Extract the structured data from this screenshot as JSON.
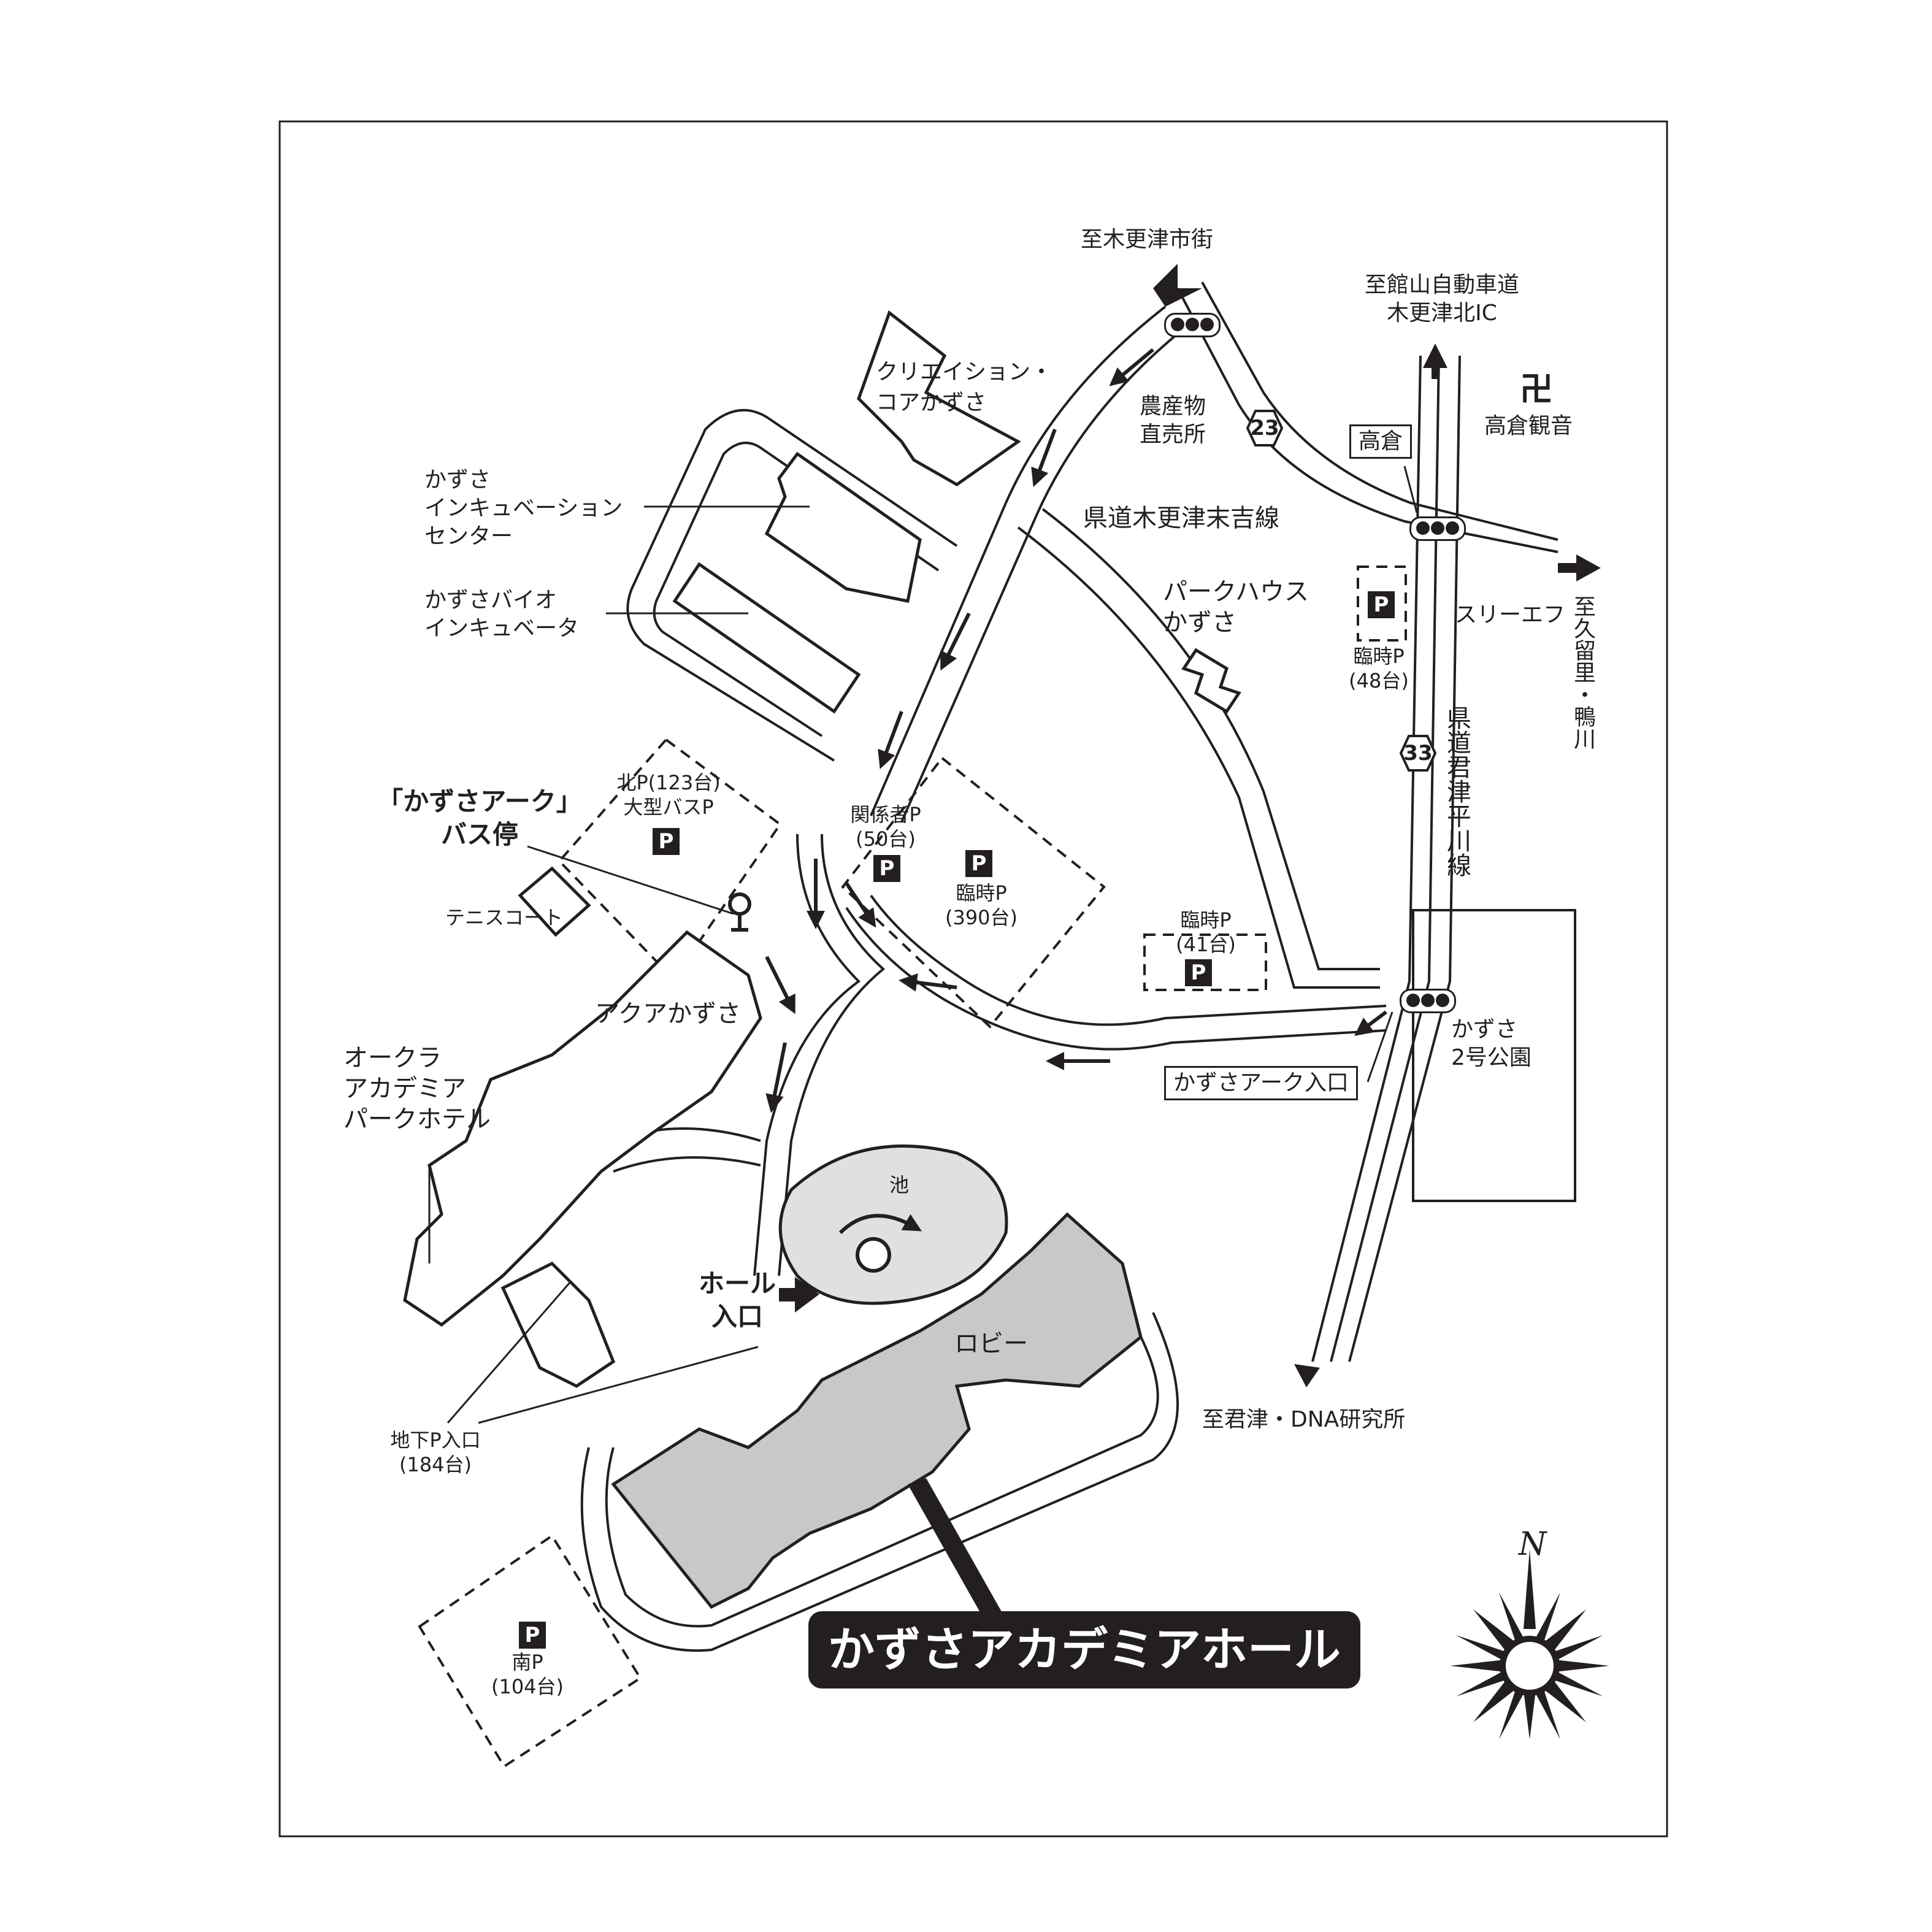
{
  "labels": {
    "to_kisarazu_city": "至木更津市街",
    "to_tateyama_line1": "至館山自動車道",
    "to_tateyama_line2": "木更津北IC",
    "creation_core_line1": "クリエイション・",
    "creation_core_line2": "コアかずさ",
    "nousanbutsu_line1": "農産物",
    "nousanbutsu_line2": "直売所",
    "takakura": "高倉",
    "takakura_kannon": "高倉観音",
    "kazusa_incubation_line1": "かずさ",
    "kazusa_incubation_line2": "インキュベーション",
    "kazusa_incubation_line3": "センター",
    "kendou_kisarazu": "県道木更津末吉線",
    "parkhouse_line1": "パークハウス",
    "parkhouse_line2": "かずさ",
    "kazusa_bio_line1": "かずさバイオ",
    "kazusa_bio_line2": "インキュベータ",
    "rinji_48_line1": "臨時P",
    "rinji_48_line2": "(48台)",
    "three_f": "スリーエフ",
    "to_kurusu_kamogawa": "至久留里・鴨川",
    "kendou_kimitsu": "県道君津平川線",
    "north_p_line1": "北P(123台)",
    "north_p_line2": "大型バスP",
    "kankeisha_line1": "関係者P",
    "kankeisha_line2": "(50台)",
    "rinji_390_line1": "臨時P",
    "rinji_390_line2": "(390台)",
    "bus_stop_line1": "「かずさアーク」",
    "bus_stop_line2": "バス停",
    "tennis_court": "テニスコート",
    "rinji_41_line1": "臨時P",
    "rinji_41_line2": "(41台)",
    "aqua_kazusa": "アクアかずさ",
    "okura_line1": "オークラ",
    "okura_line2": "アカデミア",
    "okura_line3": "パークホテル",
    "kazusa_park_line1": "かずさ",
    "kazusa_park_line2": "2号公園",
    "ark_entrance": "かずさアーク入口",
    "pond": "池",
    "hall_entrance_line1": "ホール",
    "hall_entrance_line2": "入口",
    "lobby": "ロビー",
    "underground_p_line1": "地下P入口",
    "underground_p_line2": "(184台)",
    "to_kimitsu": "至君津・DNA研究所",
    "south_p_line1": "南P",
    "south_p_line2": "(104台)",
    "main_title": "かずさアカデミアホール",
    "compass_north": "N"
  },
  "route_numbers": {
    "route_23": "23",
    "route_33": "33"
  },
  "parking_symbol": "P",
  "temple_symbol": "卍",
  "colors": {
    "ink": "#231f20",
    "building_fill": "#c8c8c8",
    "pond_fill": "#e0e0e0",
    "background": "#ffffff"
  }
}
